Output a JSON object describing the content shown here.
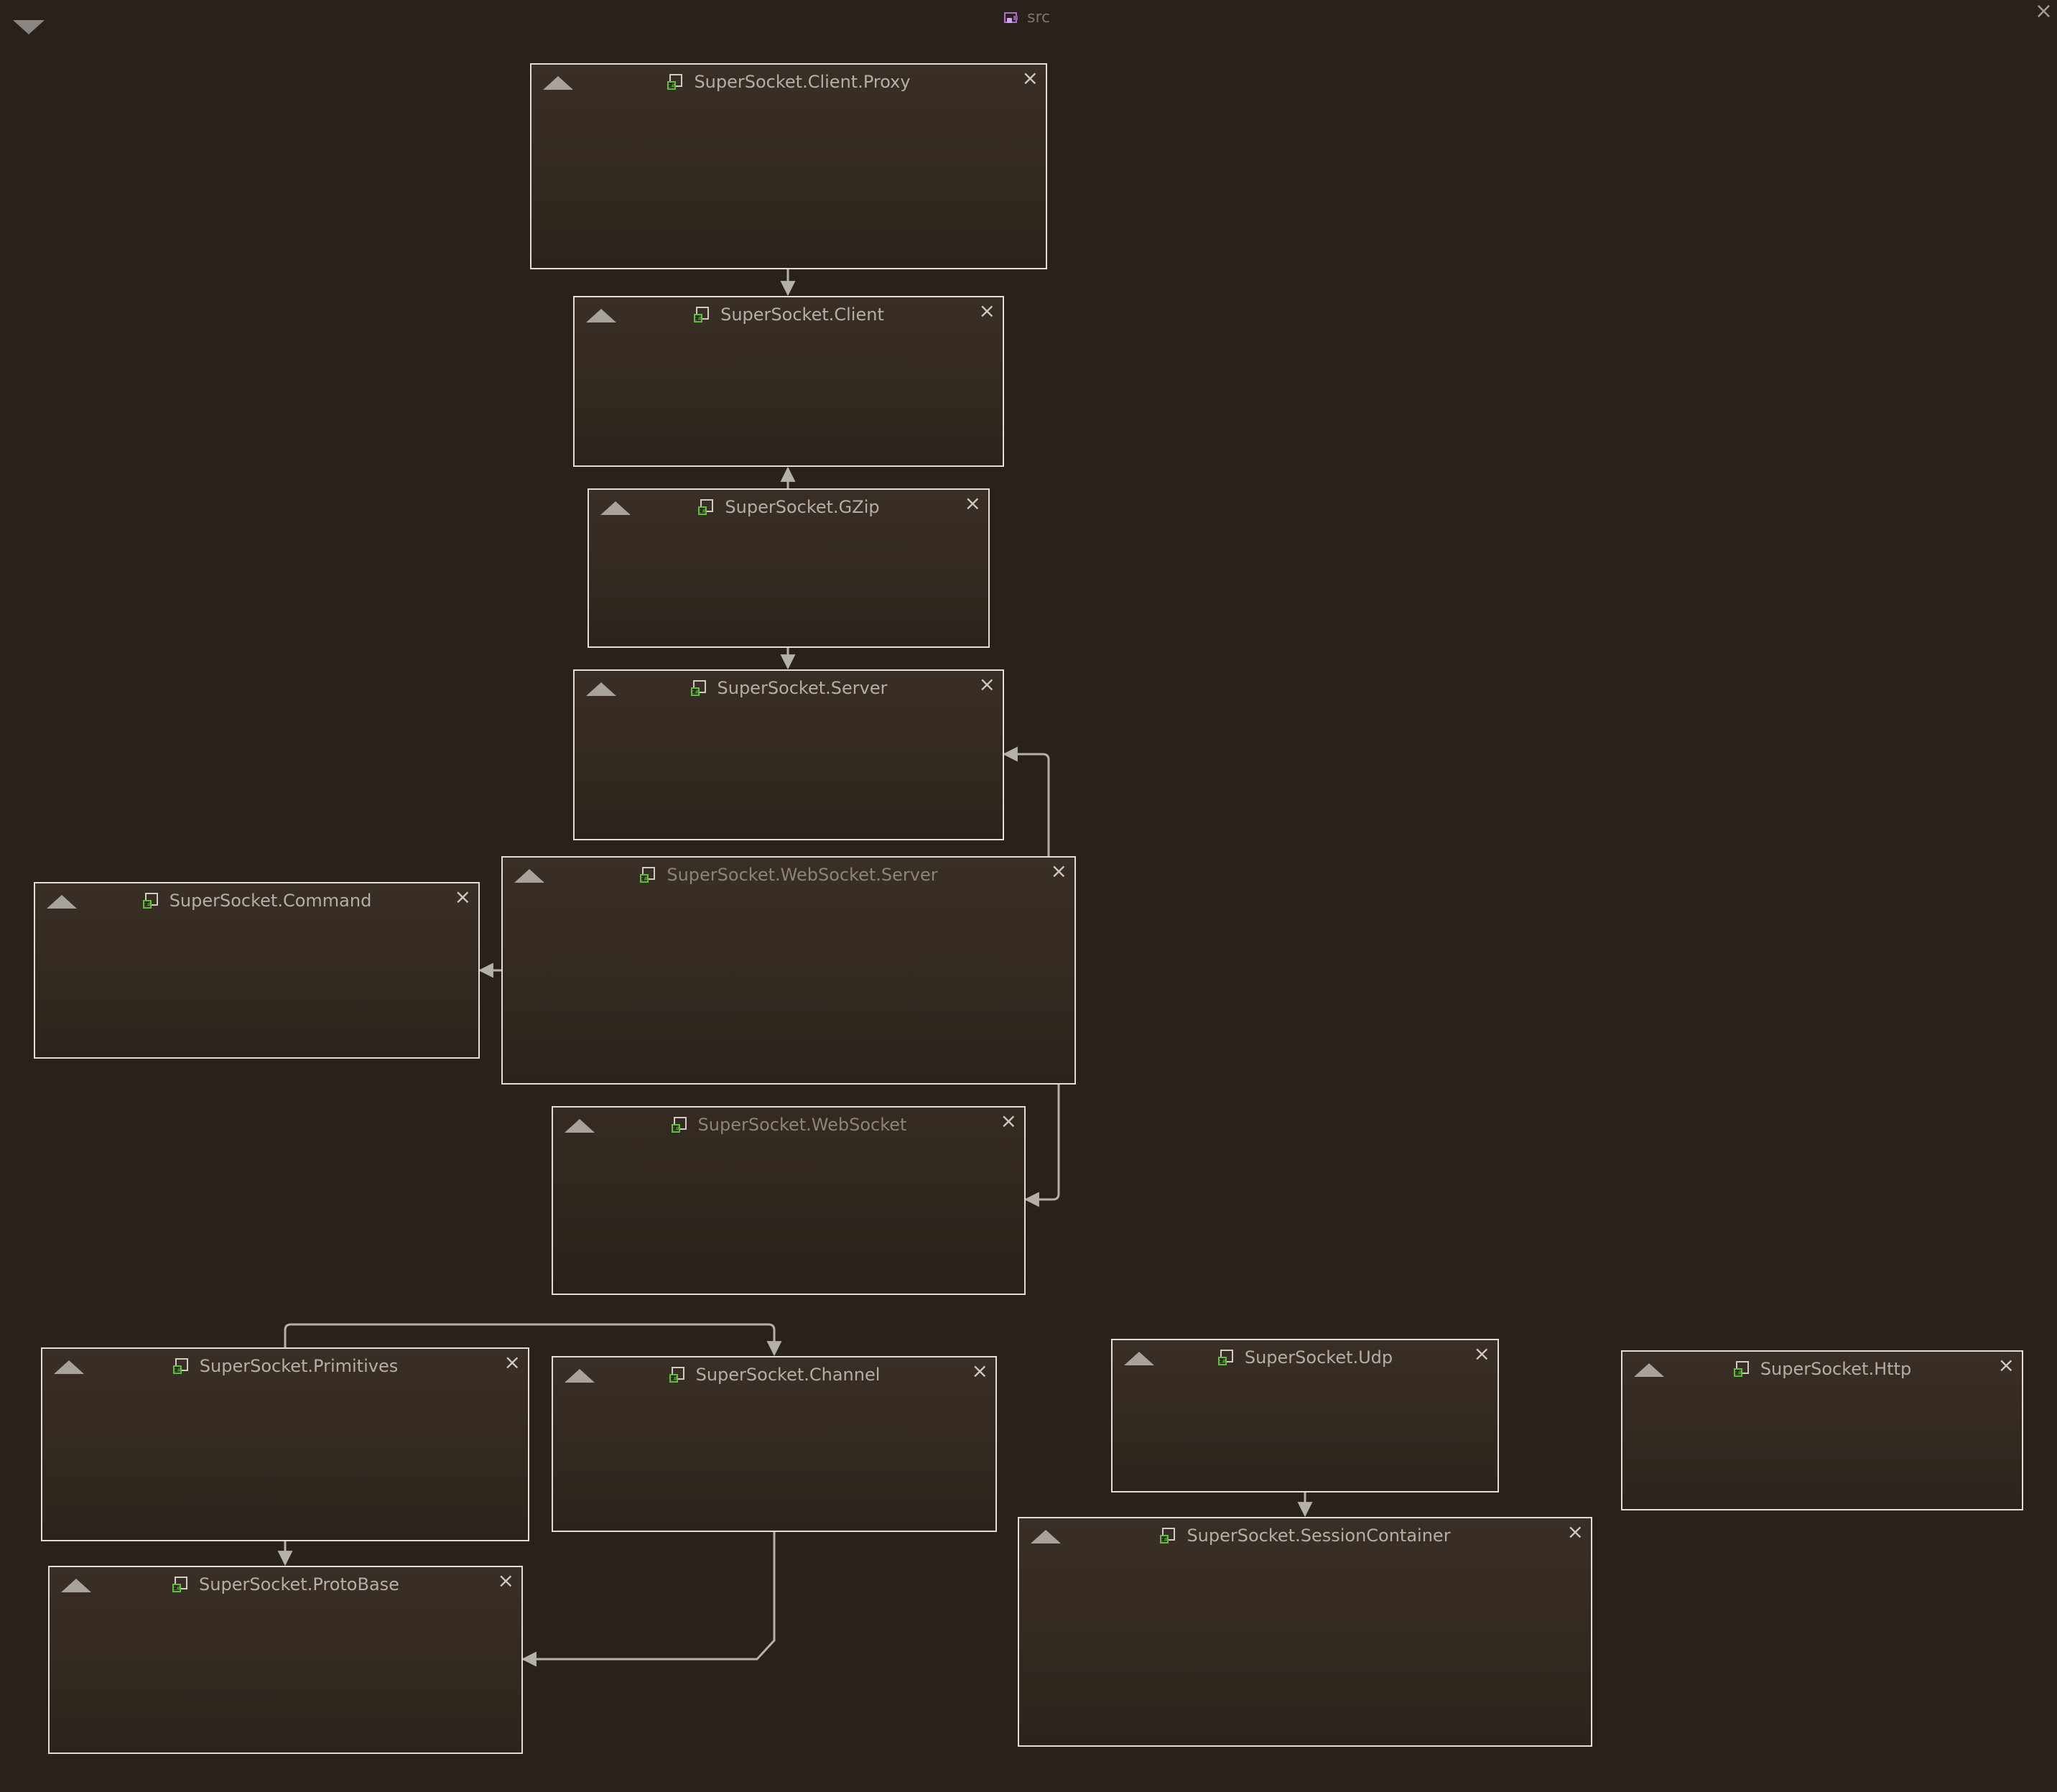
{
  "container": {
    "title": "src",
    "icon": "solution-icon",
    "close": "×"
  },
  "colors": {
    "background": "#29221a",
    "node_border": "#e2ddd6",
    "edge": "#b5b0aa",
    "project_icon_accent": "#5fbf3a",
    "solution_icon_accent": "#b56ad8"
  },
  "nodes": [
    {
      "id": "proxy",
      "label": "SuperSocket.Client.Proxy",
      "icon": "csharp-project-icon",
      "close": "×"
    },
    {
      "id": "client",
      "label": "SuperSocket.Client",
      "icon": "csharp-project-icon",
      "close": "×"
    },
    {
      "id": "gzip",
      "label": "SuperSocket.GZip",
      "icon": "csharp-project-icon",
      "close": "×"
    },
    {
      "id": "server",
      "label": "SuperSocket.Server",
      "icon": "csharp-project-icon",
      "close": "×"
    },
    {
      "id": "command",
      "label": "SuperSocket.Command",
      "icon": "csharp-project-icon",
      "close": "×"
    },
    {
      "id": "wsserver",
      "label": "SuperSocket.WebSocket.Server",
      "icon": "csharp-project-icon",
      "close": "×"
    },
    {
      "id": "websocket",
      "label": "SuperSocket.WebSocket",
      "icon": "csharp-project-icon",
      "close": "×"
    },
    {
      "id": "primitives",
      "label": "SuperSocket.Primitives",
      "icon": "csharp-project-icon",
      "close": "×"
    },
    {
      "id": "channel",
      "label": "SuperSocket.Channel",
      "icon": "csharp-project-icon",
      "close": "×"
    },
    {
      "id": "udp",
      "label": "SuperSocket.Udp",
      "icon": "csharp-project-icon",
      "close": "×"
    },
    {
      "id": "http",
      "label": "SuperSocket.Http",
      "icon": "csharp-project-icon",
      "close": "×"
    },
    {
      "id": "protobase",
      "label": "SuperSocket.ProtoBase",
      "icon": "csharp-project-icon",
      "close": "×"
    },
    {
      "id": "sessioncontainer",
      "label": "SuperSocket.SessionContainer",
      "icon": "csharp-project-icon",
      "close": "×"
    }
  ],
  "edges": [
    {
      "from": "proxy",
      "to": "client"
    },
    {
      "from": "gzip",
      "to": "client"
    },
    {
      "from": "gzip",
      "to": "server"
    },
    {
      "from": "wsserver",
      "to": "server"
    },
    {
      "from": "wsserver",
      "to": "command"
    },
    {
      "from": "wsserver",
      "to": "websocket"
    },
    {
      "from": "primitives",
      "to": "channel"
    },
    {
      "from": "primitives",
      "to": "protobase"
    },
    {
      "from": "channel",
      "to": "protobase"
    },
    {
      "from": "udp",
      "to": "sessioncontainer"
    }
  ]
}
